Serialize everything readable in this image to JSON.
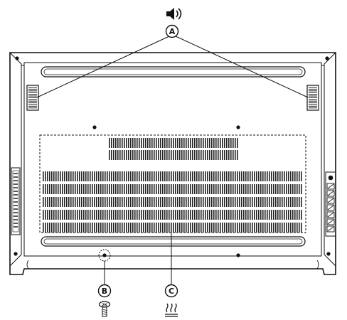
{
  "diagram": {
    "subject": "laptop-bottom-view",
    "callouts": [
      {
        "id": "A",
        "label": "A",
        "meaning_icon": "speaker-icon"
      },
      {
        "id": "B",
        "label": "B",
        "meaning_icon": "screw-icon"
      },
      {
        "id": "C",
        "label": "C",
        "meaning_icon": "heat-icon"
      }
    ],
    "screw_label": "2K",
    "colors": {
      "line": "#111111",
      "background": "#ffffff",
      "grille": "#222222"
    }
  }
}
